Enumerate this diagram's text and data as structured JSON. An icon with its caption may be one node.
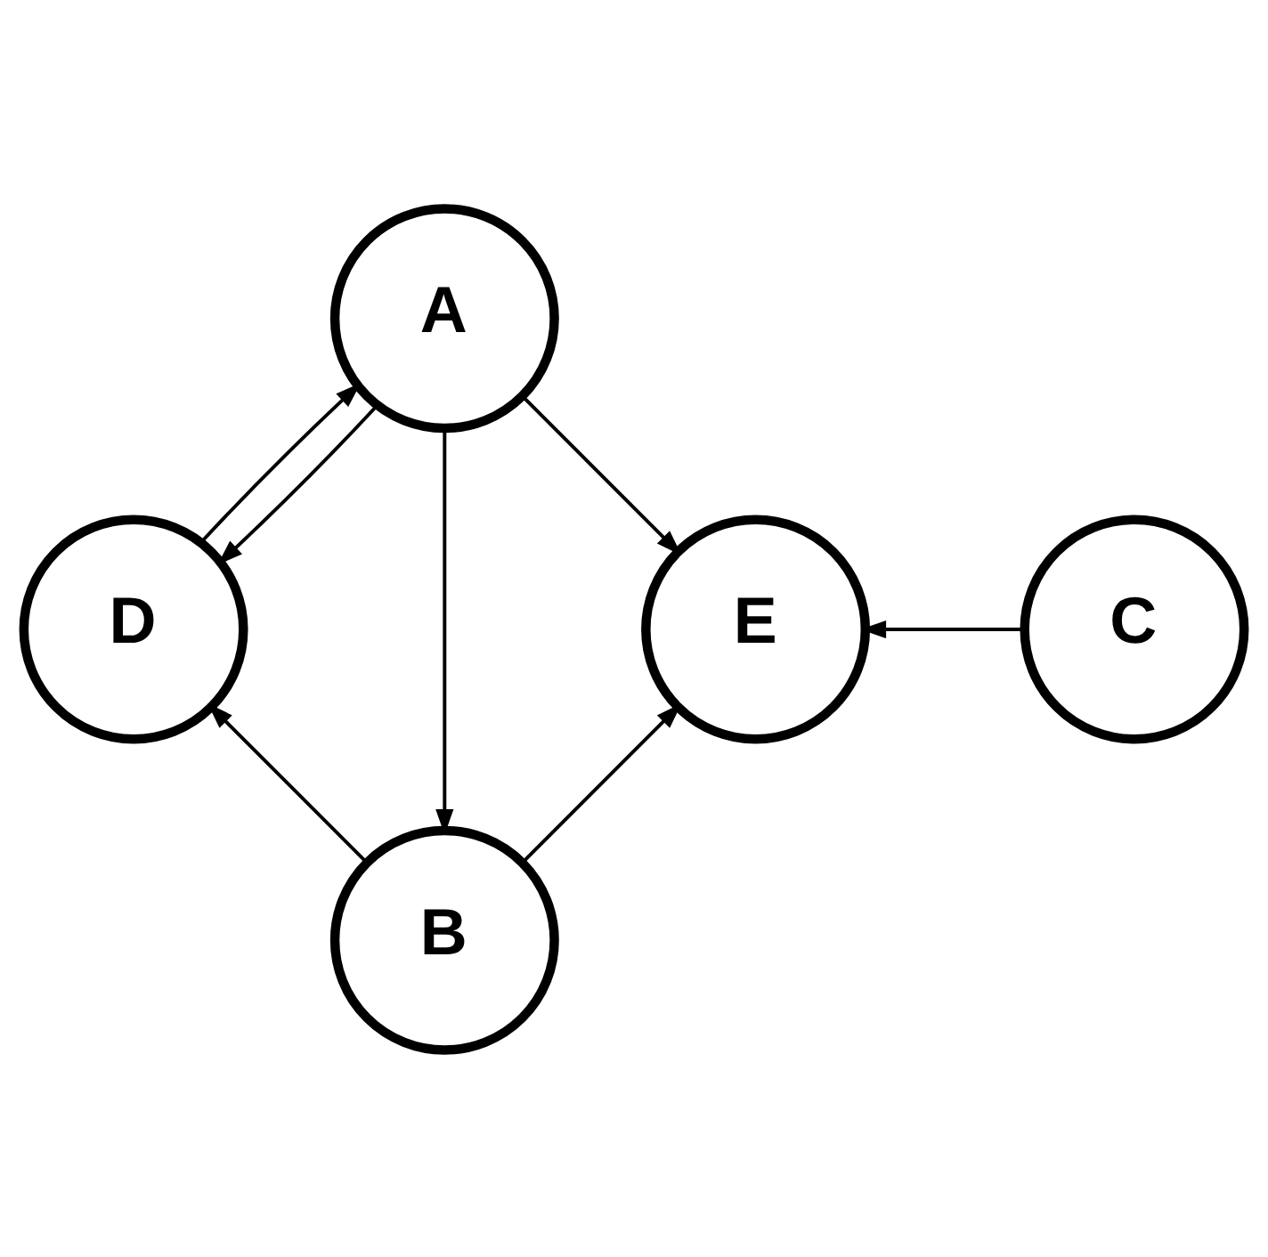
{
  "diagram": {
    "nodes": [
      {
        "text": [
          "A"
        ]
      },
      {
        "text": [
          "E"
        ]
      },
      {
        "text": [
          "B"
        ]
      },
      {
        "text": [
          "D"
        ]
      },
      {
        "text": [
          "C"
        ]
      }
    ],
    "edges": [
      {
        "from": 0,
        "to": 1,
        "arrow": "to"
      },
      {
        "from": 0,
        "to": 2,
        "arrow": "to"
      },
      {
        "from": 2,
        "to": 1,
        "arrow": "to"
      },
      {
        "from": 2,
        "to": 3,
        "arrow": "to"
      },
      {
        "from": 4,
        "to": 1,
        "arrow": "to"
      },
      {
        "from": 0,
        "to": 3,
        "arrow": "to"
      },
      {
        "from": 3,
        "to": 0,
        "arrow": "to"
      }
    ]
  }
}
